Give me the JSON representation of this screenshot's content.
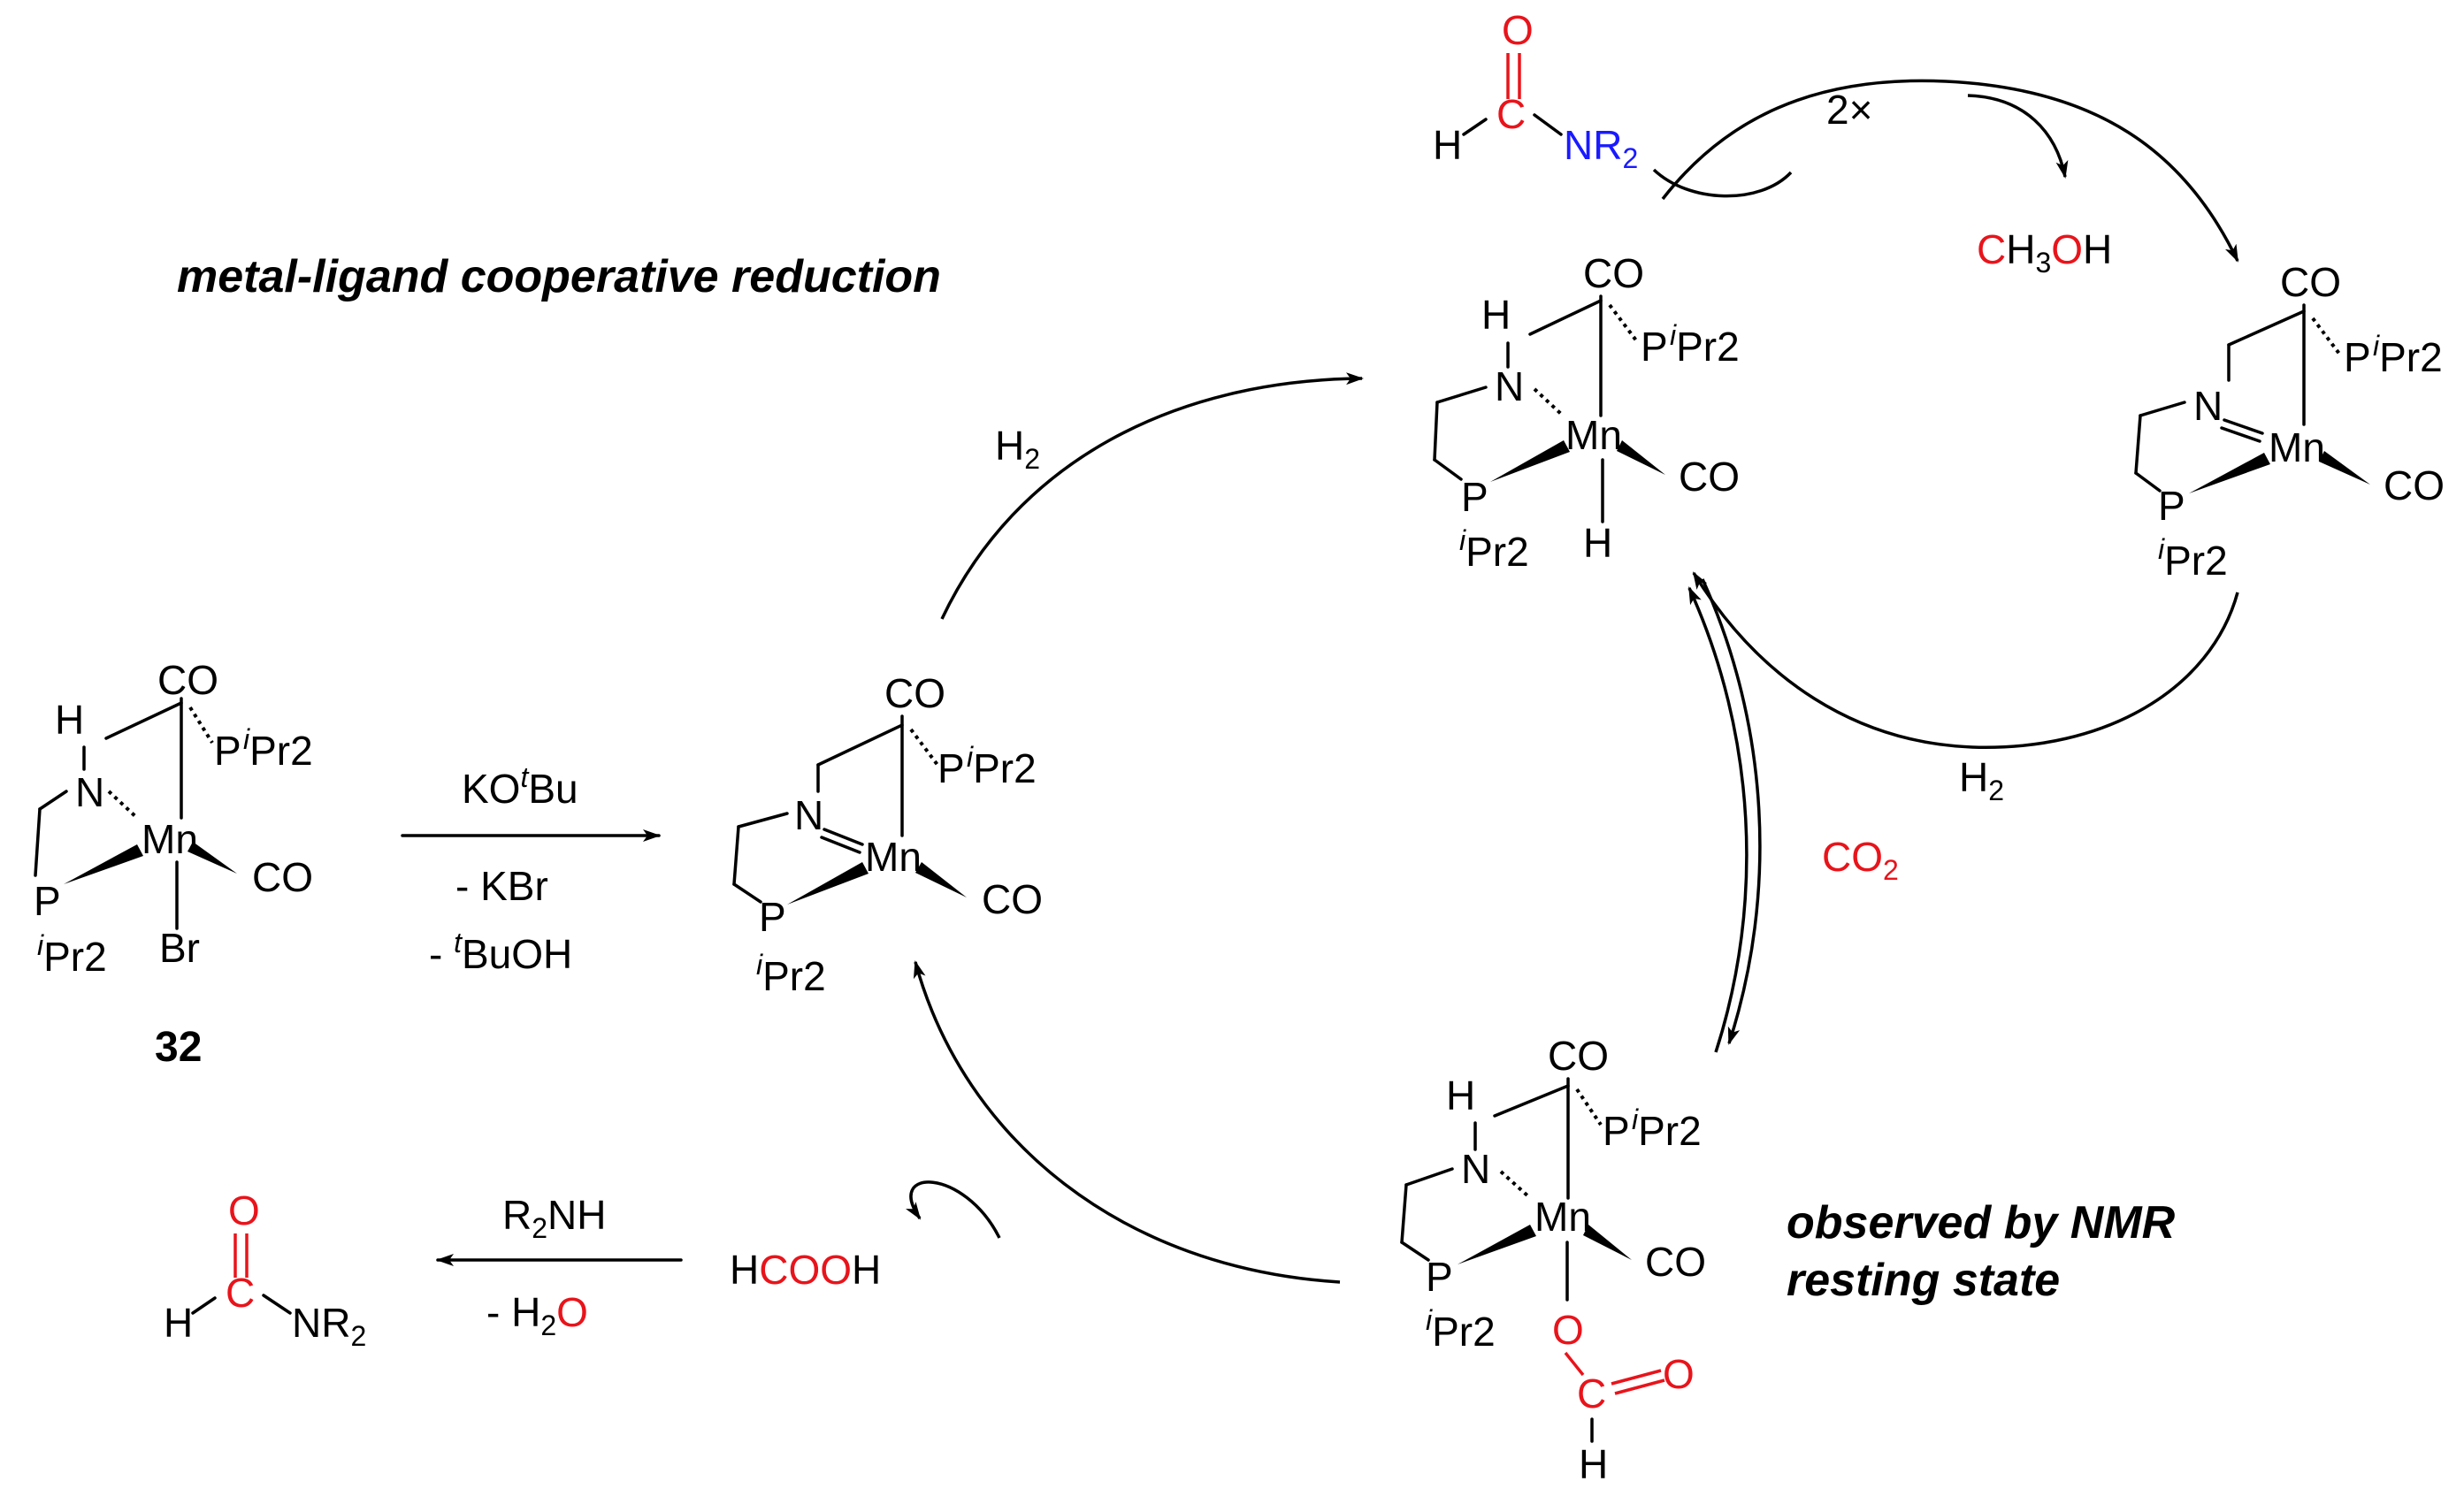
{
  "labels": {
    "title": "metal-ligand cooperative reduction",
    "compound_number": "32",
    "reagent_base": "KO<sup>t</sup>Bu",
    "byproduct_kbr": "- KBr",
    "byproduct_tbuoh": "- tBuOH",
    "h2_left": "H2",
    "h2_right": "H2",
    "co2": "CO2",
    "times_two": "2×",
    "methanol": "CH3OH",
    "formic_acid": "HCOOH",
    "amine": "R2NH",
    "water": "- H2O",
    "observed_line1": "observed by NMR",
    "observed_line2": "resting state"
  },
  "atoms": {
    "CO": "CO",
    "Mn": "Mn",
    "N": "N",
    "P": "P",
    "H": "H",
    "Br": "Br",
    "iPr2": "Pr2",
    "O": "O",
    "C": "C",
    "NR2": "NR2"
  },
  "colors": {
    "highlight_red": "#e8141b",
    "highlight_blue": "#1a1aff",
    "ink": "#000000"
  }
}
